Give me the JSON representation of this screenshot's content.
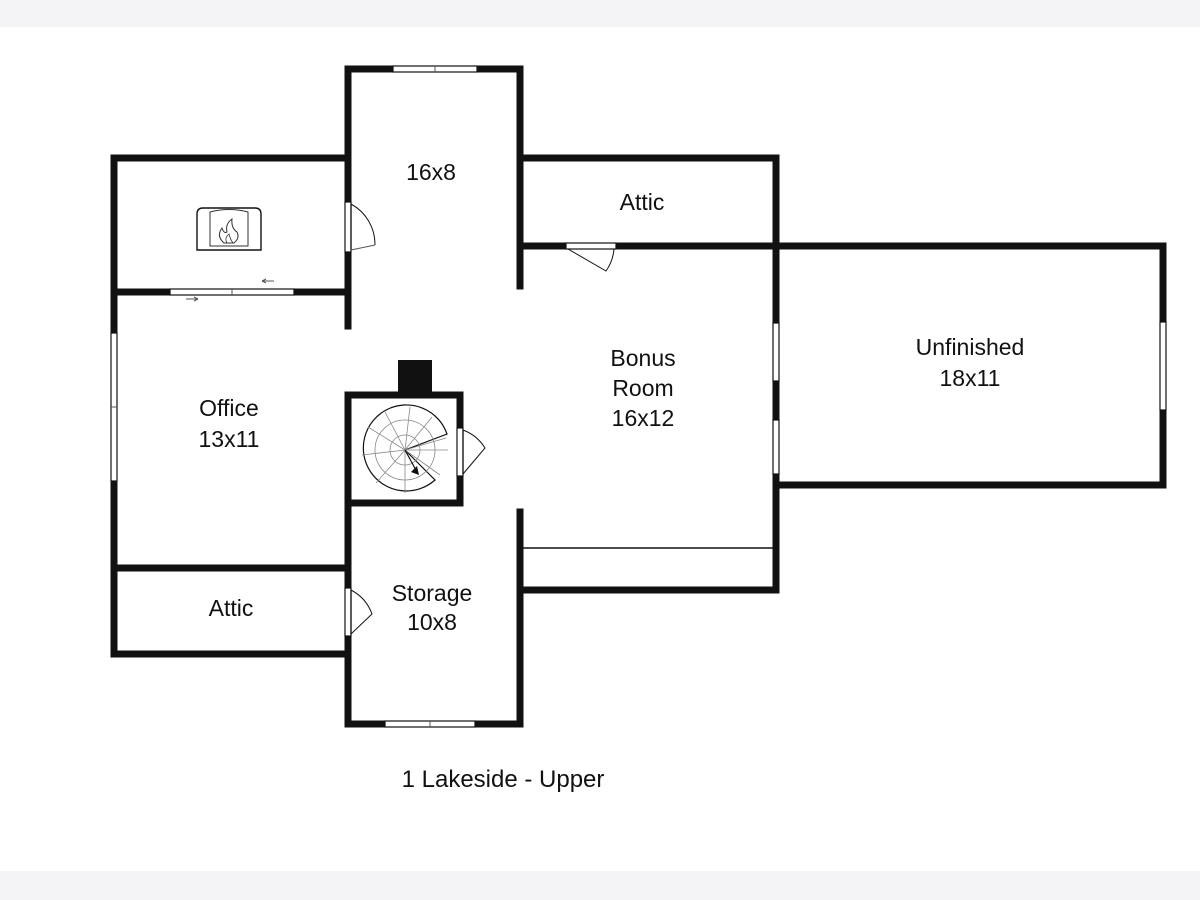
{
  "plan": {
    "caption": "1 Lakeside - Upper",
    "rooms": {
      "hall": {
        "dims": "16x8"
      },
      "attic_top": {
        "name": "Attic"
      },
      "bonus": {
        "name_line1": "Bonus",
        "name_line2": "Room",
        "dims": "16x12"
      },
      "unfinished": {
        "name": "Unfinished",
        "dims": "18x11"
      },
      "office": {
        "name": "Office",
        "dims": "13x11"
      },
      "storage": {
        "name": "Storage",
        "dims": "10x8"
      },
      "attic_bottom": {
        "name": "Attic"
      }
    },
    "symbols": {
      "fireplace": "fireplace-icon",
      "stairs": "spiral-staircase",
      "chimney": "chimney"
    }
  }
}
